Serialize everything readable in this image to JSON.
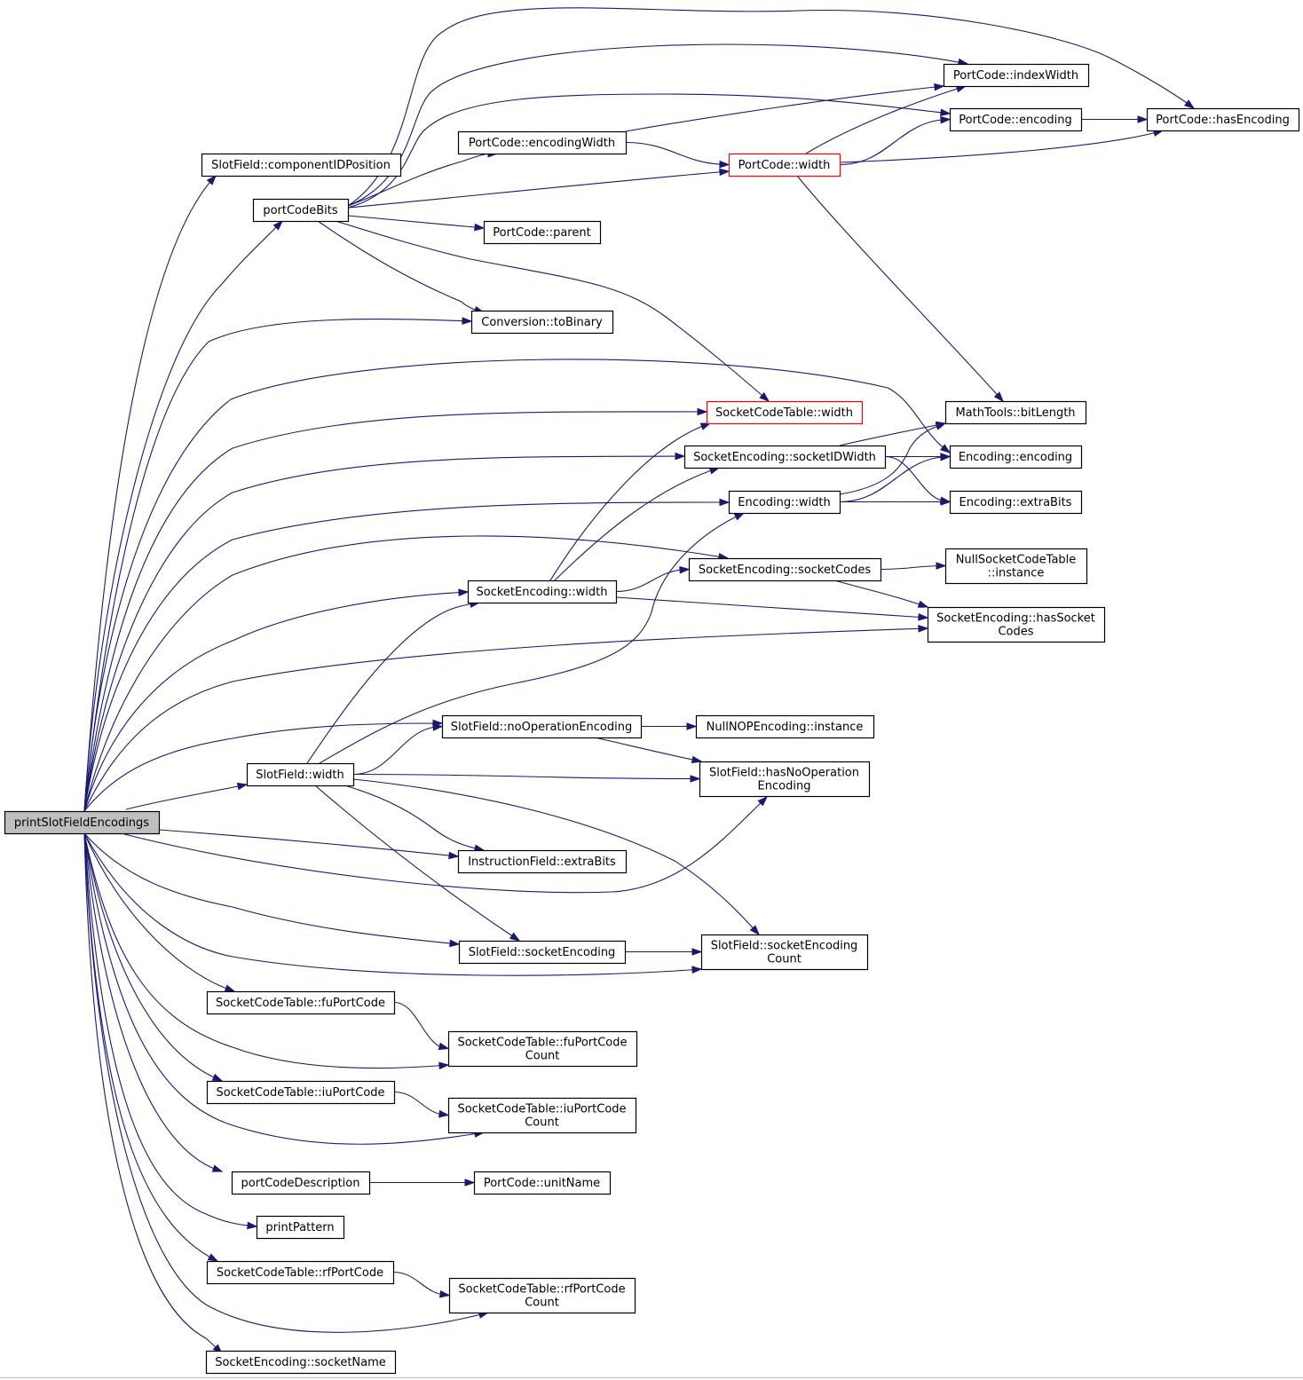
{
  "graph": {
    "root": "printSlotFieldEncodings",
    "nodes": [
      {
        "id": "root",
        "lines": [
          "printSlotFieldEncodings"
        ],
        "kind": "root"
      },
      {
        "id": "componentIDPosition",
        "lines": [
          "SlotField::componentIDPosition"
        ]
      },
      {
        "id": "portCodeBits",
        "lines": [
          "portCodeBits"
        ]
      },
      {
        "id": "toBinary",
        "lines": [
          "Conversion::toBinary"
        ]
      },
      {
        "id": "sctWidth",
        "lines": [
          "SocketCodeTable::width"
        ],
        "kind": "truncated"
      },
      {
        "id": "socketIDWidth",
        "lines": [
          "SocketEncoding::socketIDWidth"
        ]
      },
      {
        "id": "encWidth",
        "lines": [
          "Encoding::width"
        ]
      },
      {
        "id": "socketCodes",
        "lines": [
          "SocketEncoding::socketCodes"
        ]
      },
      {
        "id": "seWidth",
        "lines": [
          "SocketEncoding::width"
        ]
      },
      {
        "id": "hasSocketCodes",
        "lines": [
          "SocketEncoding::hasSocket",
          "Codes"
        ]
      },
      {
        "id": "noOpEnc",
        "lines": [
          "SlotField::noOperationEncoding"
        ]
      },
      {
        "id": "sfWidth",
        "lines": [
          "SlotField::width"
        ]
      },
      {
        "id": "hasNoOp",
        "lines": [
          "SlotField::hasNoOperation",
          "Encoding"
        ]
      },
      {
        "id": "ifExtraBits",
        "lines": [
          "InstructionField::extraBits"
        ]
      },
      {
        "id": "socketEncoding",
        "lines": [
          "SlotField::socketEncoding"
        ]
      },
      {
        "id": "socketEncCount",
        "lines": [
          "SlotField::socketEncoding",
          "Count"
        ]
      },
      {
        "id": "fuPortCode",
        "lines": [
          "SocketCodeTable::fuPortCode"
        ]
      },
      {
        "id": "fuPortCodeCount",
        "lines": [
          "SocketCodeTable::fuPortCode",
          "Count"
        ]
      },
      {
        "id": "iuPortCode",
        "lines": [
          "SocketCodeTable::iuPortCode"
        ]
      },
      {
        "id": "iuPortCodeCount",
        "lines": [
          "SocketCodeTable::iuPortCode",
          "Count"
        ]
      },
      {
        "id": "portCodeDesc",
        "lines": [
          "portCodeDescription"
        ]
      },
      {
        "id": "unitName",
        "lines": [
          "PortCode::unitName"
        ]
      },
      {
        "id": "printPattern",
        "lines": [
          "printPattern"
        ]
      },
      {
        "id": "rfPortCode",
        "lines": [
          "SocketCodeTable::rfPortCode"
        ]
      },
      {
        "id": "rfPortCodeCount",
        "lines": [
          "SocketCodeTable::rfPortCode",
          "Count"
        ]
      },
      {
        "id": "socketName",
        "lines": [
          "SocketEncoding::socketName"
        ]
      },
      {
        "id": "pcEncodingWidth",
        "lines": [
          "PortCode::encodingWidth"
        ]
      },
      {
        "id": "pcWidth",
        "lines": [
          "PortCode::width"
        ],
        "kind": "truncated"
      },
      {
        "id": "pcParent",
        "lines": [
          "PortCode::parent"
        ]
      },
      {
        "id": "pcIndexWidth",
        "lines": [
          "PortCode::indexWidth"
        ]
      },
      {
        "id": "pcEncoding",
        "lines": [
          "PortCode::encoding"
        ]
      },
      {
        "id": "pcHasEncoding",
        "lines": [
          "PortCode::hasEncoding"
        ]
      },
      {
        "id": "bitLength",
        "lines": [
          "MathTools::bitLength"
        ]
      },
      {
        "id": "encEncoding",
        "lines": [
          "Encoding::encoding"
        ]
      },
      {
        "id": "encExtraBits",
        "lines": [
          "Encoding::extraBits"
        ]
      },
      {
        "id": "nullSCT",
        "lines": [
          "NullSocketCodeTable",
          "::instance"
        ]
      },
      {
        "id": "nullNOP",
        "lines": [
          "NullNOPEncoding::instance"
        ]
      }
    ],
    "edges": [
      [
        "root",
        "componentIDPosition"
      ],
      [
        "root",
        "portCodeBits"
      ],
      [
        "root",
        "toBinary"
      ],
      [
        "root",
        "encEncoding"
      ],
      [
        "root",
        "sctWidth"
      ],
      [
        "root",
        "socketIDWidth"
      ],
      [
        "root",
        "encWidth"
      ],
      [
        "root",
        "socketCodes"
      ],
      [
        "root",
        "seWidth"
      ],
      [
        "root",
        "hasSocketCodes"
      ],
      [
        "root",
        "noOpEnc"
      ],
      [
        "root",
        "sfWidth"
      ],
      [
        "root",
        "ifExtraBits"
      ],
      [
        "root",
        "hasNoOp"
      ],
      [
        "root",
        "socketEncoding"
      ],
      [
        "root",
        "socketEncCount"
      ],
      [
        "root",
        "fuPortCode"
      ],
      [
        "root",
        "fuPortCodeCount"
      ],
      [
        "root",
        "iuPortCode"
      ],
      [
        "root",
        "iuPortCodeCount"
      ],
      [
        "root",
        "portCodeDesc"
      ],
      [
        "root",
        "printPattern"
      ],
      [
        "root",
        "rfPortCode"
      ],
      [
        "root",
        "rfPortCodeCount"
      ],
      [
        "root",
        "socketName"
      ],
      [
        "portCodeBits",
        "pcIndexWidth"
      ],
      [
        "portCodeBits",
        "pcHasEncoding"
      ],
      [
        "portCodeBits",
        "pcEncoding"
      ],
      [
        "portCodeBits",
        "pcEncodingWidth"
      ],
      [
        "portCodeBits",
        "pcWidth"
      ],
      [
        "portCodeBits",
        "pcParent"
      ],
      [
        "portCodeBits",
        "toBinary"
      ],
      [
        "portCodeBits",
        "sctWidth"
      ],
      [
        "pcEncodingWidth",
        "pcIndexWidth"
      ],
      [
        "pcEncodingWidth",
        "pcWidth"
      ],
      [
        "pcWidth",
        "pcIndexWidth"
      ],
      [
        "pcWidth",
        "pcEncoding"
      ],
      [
        "pcWidth",
        "pcHasEncoding"
      ],
      [
        "pcWidth",
        "bitLength"
      ],
      [
        "pcEncoding",
        "pcHasEncoding"
      ],
      [
        "socketIDWidth",
        "bitLength"
      ],
      [
        "socketIDWidth",
        "encEncoding"
      ],
      [
        "socketIDWidth",
        "encExtraBits"
      ],
      [
        "encWidth",
        "bitLength"
      ],
      [
        "encWidth",
        "encEncoding"
      ],
      [
        "encWidth",
        "encExtraBits"
      ],
      [
        "seWidth",
        "sctWidth"
      ],
      [
        "seWidth",
        "socketIDWidth"
      ],
      [
        "seWidth",
        "socketCodes"
      ],
      [
        "seWidth",
        "hasSocketCodes"
      ],
      [
        "socketCodes",
        "nullSCT"
      ],
      [
        "socketCodes",
        "hasSocketCodes"
      ],
      [
        "sfWidth",
        "seWidth"
      ],
      [
        "sfWidth",
        "encWidth"
      ],
      [
        "sfWidth",
        "noOpEnc"
      ],
      [
        "sfWidth",
        "hasNoOp"
      ],
      [
        "sfWidth",
        "ifExtraBits"
      ],
      [
        "sfWidth",
        "socketEncCount"
      ],
      [
        "sfWidth",
        "socketEncoding"
      ],
      [
        "noOpEnc",
        "nullNOP"
      ],
      [
        "noOpEnc",
        "hasNoOp"
      ],
      [
        "socketEncoding",
        "socketEncCount"
      ],
      [
        "fuPortCode",
        "fuPortCodeCount"
      ],
      [
        "iuPortCode",
        "iuPortCodeCount"
      ],
      [
        "rfPortCode",
        "rfPortCodeCount"
      ],
      [
        "portCodeDesc",
        "unitName"
      ]
    ]
  },
  "colors": {
    "edge": "#191970",
    "node_border": "#000000",
    "root_fill": "#bfbfbf",
    "truncated_border": "#ff0000"
  }
}
